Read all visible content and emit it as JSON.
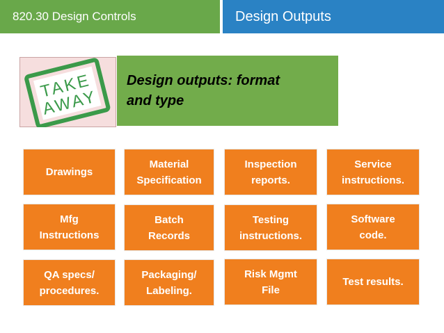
{
  "header": {
    "left_title": "820.30 Design Controls",
    "right_title": "Design Outputs"
  },
  "badge": {
    "line1": "TAKE",
    "line2": "AWAY"
  },
  "headline": {
    "line1": "Design outputs: format",
    "line2": "and type"
  },
  "colors": {
    "header_left_bg": "#69a84a",
    "header_right_bg": "#2a82c4",
    "headline_bg": "#72ac4b",
    "card_bg": "#f07f1e",
    "badge_bg": "#f6dede",
    "badge_green": "#3b9a4a"
  },
  "cards": [
    {
      "line1": "Drawings",
      "line2": ""
    },
    {
      "line1": "Material",
      "line2": "Specification"
    },
    {
      "line1": "Inspection",
      "line2": "reports."
    },
    {
      "line1": "Service",
      "line2": "instructions."
    },
    {
      "line1": "Mfg",
      "line2": "Instructions"
    },
    {
      "line1": "Batch",
      "line2": "Records"
    },
    {
      "line1": "Testing",
      "line2": "instructions."
    },
    {
      "line1": "Software",
      "line2": "code."
    },
    {
      "line1": "QA specs/",
      "line2": "procedures."
    },
    {
      "line1": "Packaging/",
      "line2": "Labeling."
    },
    {
      "line1": "Risk Mgmt",
      "line2": "File"
    },
    {
      "line1": "Test results.",
      "line2": ""
    }
  ]
}
